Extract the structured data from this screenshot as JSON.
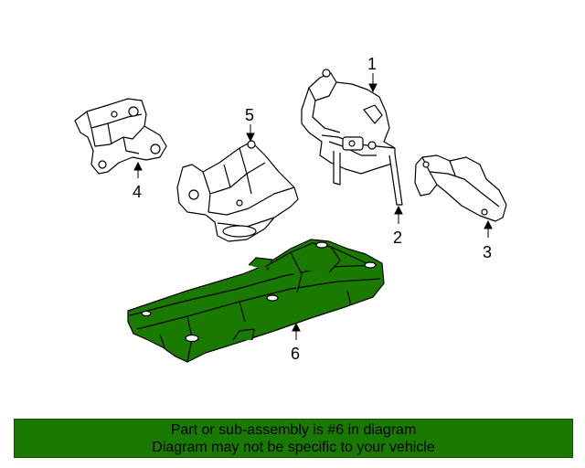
{
  "diagram": {
    "callouts": {
      "c1": "1",
      "c2": "2",
      "c3": "3",
      "c4": "4",
      "c5": "5",
      "c6": "6"
    },
    "highlight_color": "#1a7a00",
    "line_color": "#000000"
  },
  "banner": {
    "line1": "Part or sub-assembly is #6 in diagram",
    "line2": "Diagram may not be specific to your vehicle",
    "background": "#1a7a00"
  }
}
